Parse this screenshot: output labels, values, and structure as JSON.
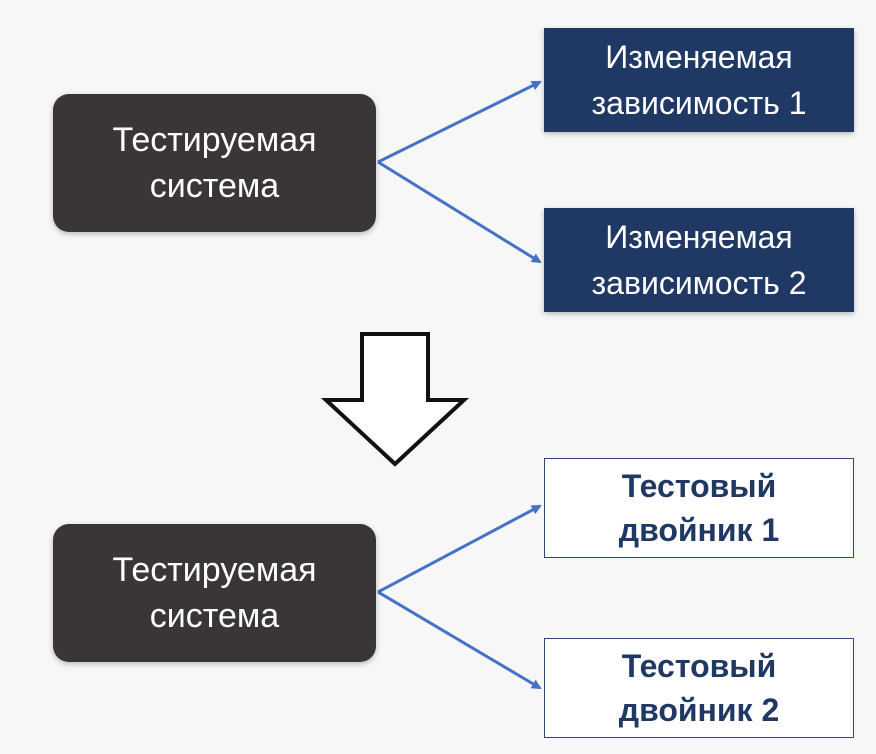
{
  "top": {
    "system_label": "Тестируемая система",
    "dependencies": [
      {
        "label": "Изменяемая зависимость 1"
      },
      {
        "label": "Изменяемая зависимость 2"
      }
    ]
  },
  "bottom": {
    "system_label": "Тестируемая система",
    "doubles": [
      {
        "label": "Тестовый двойник 1"
      },
      {
        "label": "Тестовый двойник 2"
      }
    ]
  },
  "colors": {
    "system_fill": "#3a3637",
    "dependency_fill": "#1f3864",
    "double_text": "#1f3864",
    "arrow": "#4472c4"
  }
}
